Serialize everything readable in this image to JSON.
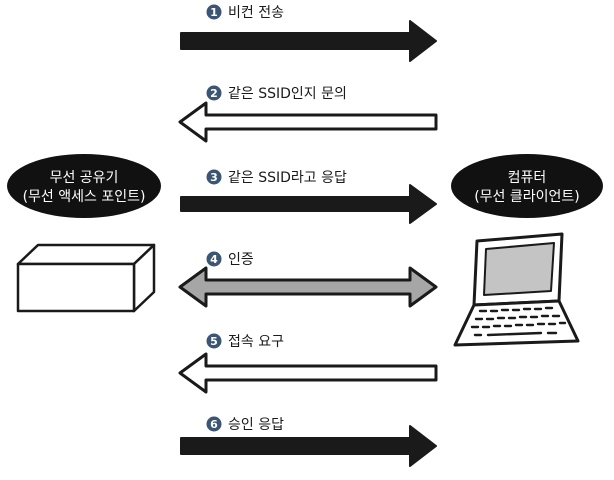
{
  "colors": {
    "dark_arrow": "#1a1a1a",
    "light_arrow": "#ffffff",
    "gray_arrow": "#a6a6a6",
    "badge": "#3b5573",
    "node_fill": "#111111",
    "screen": "#c4c4c4"
  },
  "nodes": {
    "access_point": {
      "line1": "무선 공유기",
      "line2": "(무선 액세스 포인트)",
      "icon": "router-box-icon"
    },
    "computer": {
      "line1": "컴퓨터",
      "line2": "(무선 클라이언트)",
      "icon": "laptop-icon"
    }
  },
  "steps": [
    {
      "num": "1",
      "label": "비컨 전송",
      "direction": "right",
      "style": "dark"
    },
    {
      "num": "2",
      "label": "같은 SSID인지 문의",
      "direction": "left",
      "style": "light"
    },
    {
      "num": "3",
      "label": "같은 SSID라고 응답",
      "direction": "right",
      "style": "dark"
    },
    {
      "num": "4",
      "label": "인증",
      "direction": "both",
      "style": "gray"
    },
    {
      "num": "5",
      "label": "접속 요구",
      "direction": "left",
      "style": "light"
    },
    {
      "num": "6",
      "label": "승인 응답",
      "direction": "right",
      "style": "dark"
    }
  ]
}
